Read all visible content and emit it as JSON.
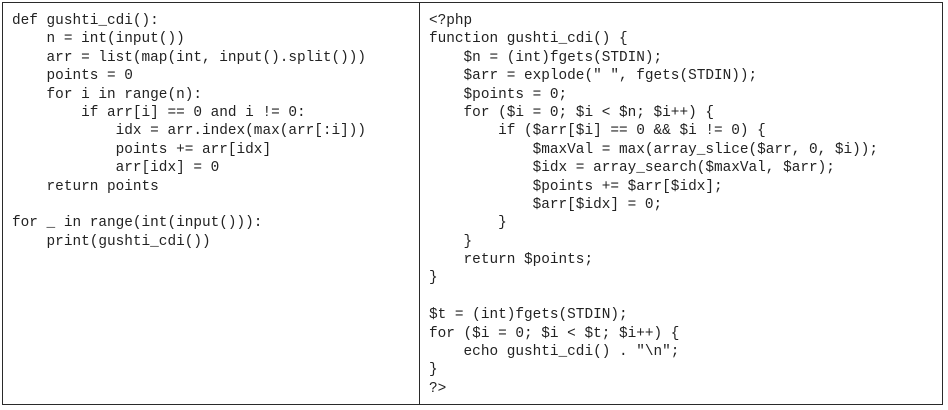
{
  "python_code": {
    "lines": [
      "def gushti_cdi():",
      "    n = int(input())",
      "    arr = list(map(int, input().split()))",
      "    points = 0",
      "    for i in range(n):",
      "        if arr[i] == 0 and i != 0:",
      "            idx = arr.index(max(arr[:i]))",
      "            points += arr[idx]",
      "            arr[idx] = 0",
      "    return points",
      "",
      "for _ in range(int(input())):",
      "    print(gushti_cdi())"
    ]
  },
  "php_code": {
    "lines": [
      "<?php",
      "function gushti_cdi() {",
      "    $n = (int)fgets(STDIN);",
      "    $arr = explode(\" \", fgets(STDIN));",
      "    $points = 0;",
      "    for ($i = 0; $i < $n; $i++) {",
      "        if ($arr[$i] == 0 && $i != 0) {",
      "            $maxVal = max(array_slice($arr, 0, $i));",
      "            $idx = array_search($maxVal, $arr);",
      "            $points += $arr[$idx];",
      "            $arr[$idx] = 0;",
      "        }",
      "    }",
      "    return $points;",
      "}",
      "",
      "$t = (int)fgets(STDIN);",
      "for ($i = 0; $i < $t; $i++) {",
      "    echo gushti_cdi() . \"\\n\";",
      "}",
      "?>"
    ]
  }
}
